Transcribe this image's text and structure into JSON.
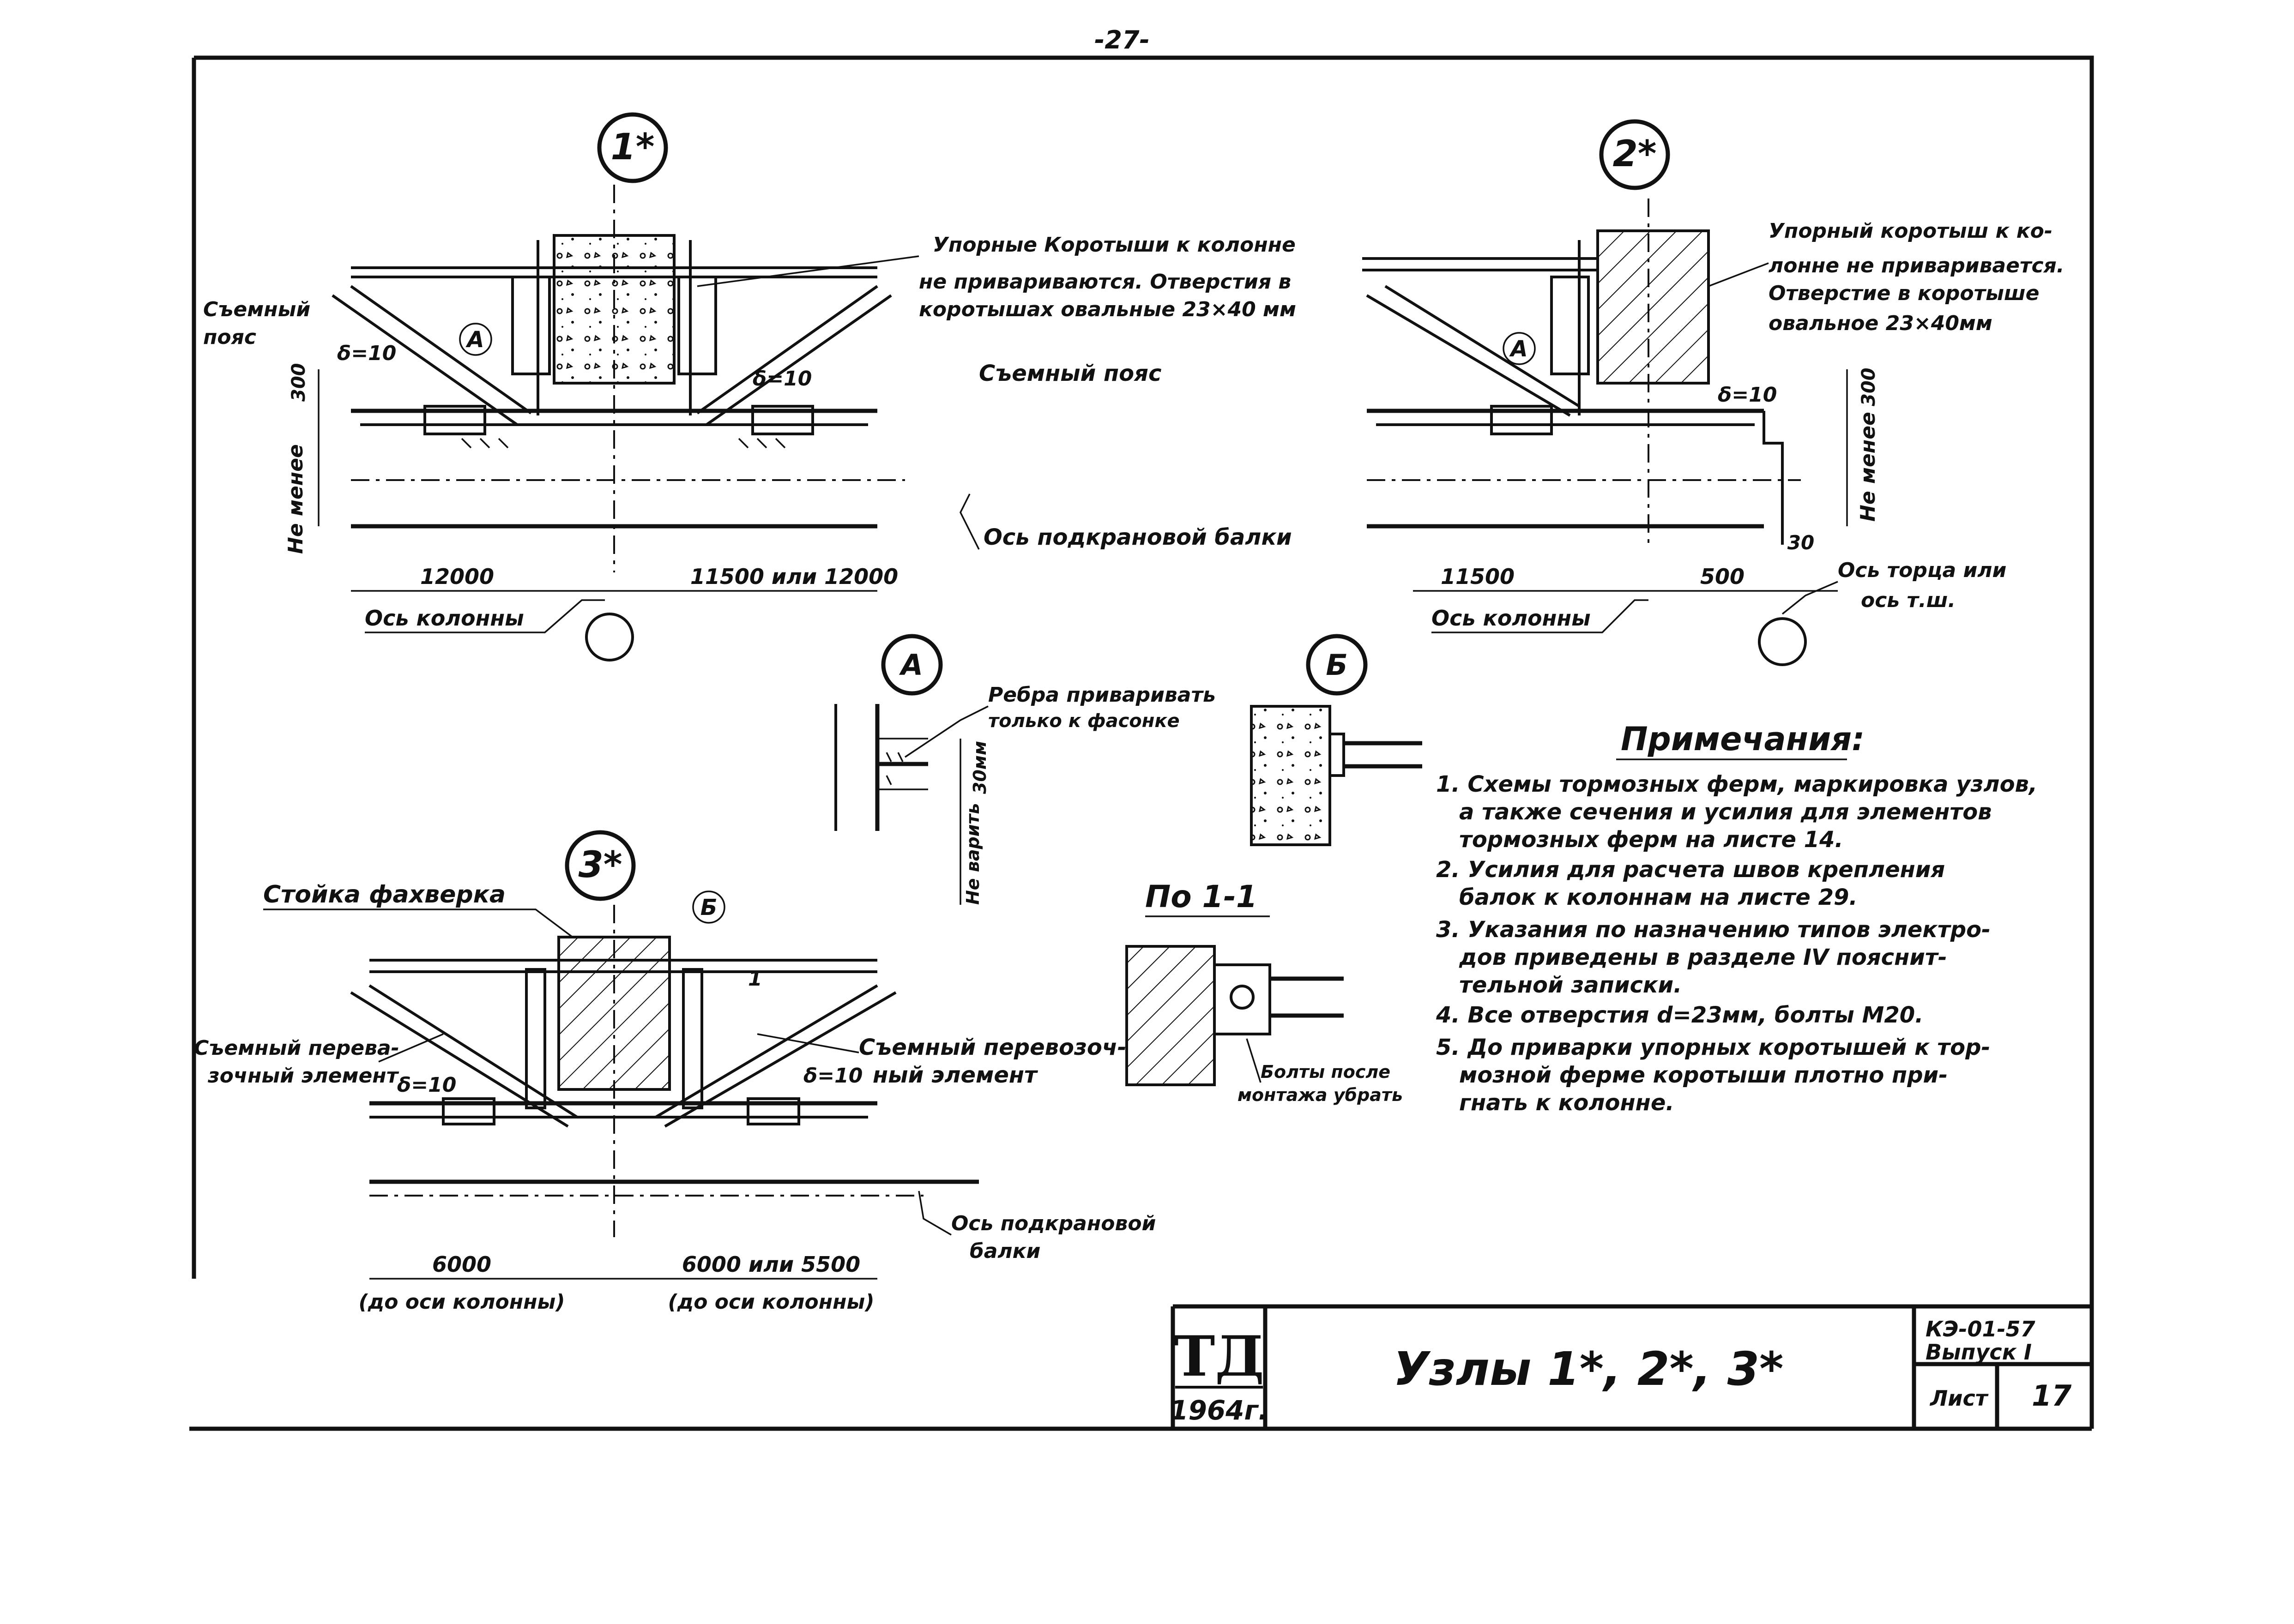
{
  "page_number": "-27-",
  "nodes": {
    "n1": {
      "mark": "1*",
      "note": [
        "Упорные Коротыши к колонне",
        "не привариваются. Отверстия в",
        "коротышах овальные 23×40 мм"
      ],
      "belt_label": [
        "Съемный",
        "пояс"
      ],
      "belt_center": "Съемный  пояс",
      "crane_axis": "Ось подкрановой балки",
      "column_axis": "Ось колонны",
      "dim_left": "12000",
      "dim_right": "11500 или 12000",
      "delta_left": "δ=10",
      "delta_right": "δ=10",
      "dim_300": "300",
      "not_less": "Не менее",
      "detail_ref": "А"
    },
    "n2": {
      "mark": "2*",
      "note": [
        "Упорный коротыш к ко-",
        "лонне не приваривается.",
        "Отверстие в коротыше",
        "овальное 23×40мм"
      ],
      "dim_left": "11500",
      "dim_right": "500",
      "dim_30": "30",
      "column_axis": "Ось колонны",
      "end_axis": [
        "Ось торца или",
        "ось т.ш."
      ],
      "delta": "δ=10",
      "dim_300": "300",
      "not_less": "Не менее",
      "detail_ref": "А"
    },
    "n3": {
      "mark": "3*",
      "post": "Стойка фахверка",
      "left_elem": [
        "Съемный перева-",
        "зочный элемент"
      ],
      "right_elem": [
        "Съемный перевозоч-",
        "ный элемент"
      ],
      "delta_left": "δ=10",
      "delta_right": "δ=10",
      "crane_axis": [
        "Ось подкрановой",
        "балки"
      ],
      "dim_left": "6000",
      "dim_right": "6000 или 5500",
      "sub_left": "(до оси колонны)",
      "sub_right": "(до оси колонны)",
      "detail_ref": "Б",
      "sec_num": "1"
    }
  },
  "detail_a": {
    "mark": "А",
    "note": [
      "Ребра приваривать",
      "только к фасонке"
    ],
    "dim": "30мм",
    "vary": "Не варить"
  },
  "detail_b": {
    "mark": "Б"
  },
  "section": {
    "title": "По 1-1",
    "note": [
      "Болты после",
      "монтажа убрать"
    ]
  },
  "notes": {
    "title": "Примечания:",
    "items": [
      [
        "1. Схемы тормозных ферм, маркировка узлов,",
        "а также сечения и усилия для элементов",
        "тормозных ферм на листе 14."
      ],
      [
        "2. Усилия для расчета швов крепления",
        "балок к колоннам на листе 29."
      ],
      [
        "3. Указания по назначению типов электро-",
        "дов приведены в разделе IV пояснит-",
        "тельной записки."
      ],
      [
        "4. Все отверстия d=23мм, болты М20."
      ],
      [
        "5. До приварки упорных коротышей к тор-",
        "мозной ферме коротыши плотно при-",
        "гнать к колонне."
      ]
    ]
  },
  "title_block": {
    "logo": "ТД",
    "year": "1964г.",
    "title": "Узлы 1*, 2*, 3*",
    "series": "КЭ-01-57",
    "issue": "Выпуск I",
    "sheet_label": "Лист",
    "sheet": "17"
  }
}
